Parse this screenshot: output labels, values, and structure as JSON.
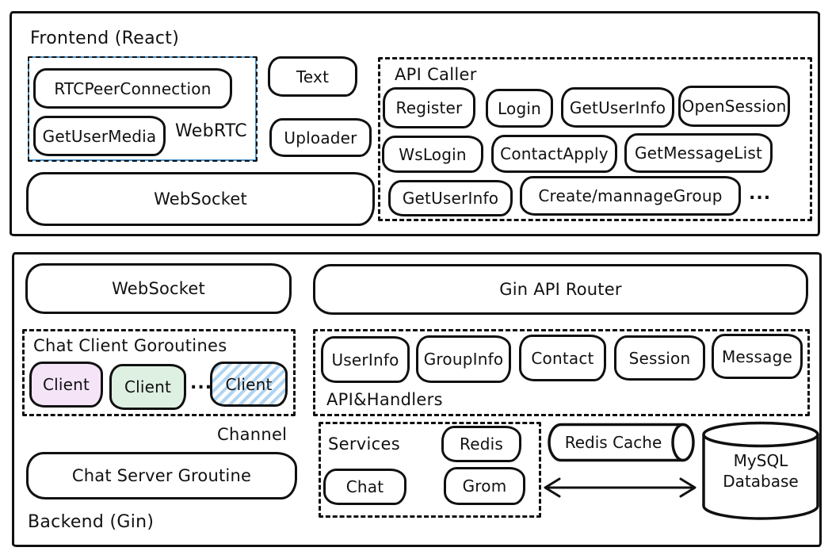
{
  "frontend": {
    "title": "Frontend (React)",
    "webrtc": {
      "label": "WebRTC",
      "items": [
        "RTCPeerConnection",
        "GetUserMedia"
      ]
    },
    "text_box": "Text",
    "uploader_box": "Uploader",
    "websocket_box": "WebSocket",
    "api_caller": {
      "title": "API Caller",
      "row1": [
        "Register",
        "Login",
        "GetUserInfo",
        "OpenSession"
      ],
      "row2": [
        "WsLogin",
        "ContactApply",
        "GetMessageList"
      ],
      "row3": [
        "GetUserInfo",
        "Create/mannageGroup"
      ],
      "ellipsis": "..."
    }
  },
  "backend": {
    "title": "Backend (Gin)",
    "websocket_box": "WebSocket",
    "gin_router_box": "Gin API Router",
    "goroutines": {
      "title": "Chat Client Goroutines",
      "clients": [
        "Client",
        "Client",
        "Client"
      ],
      "ellipsis": "..."
    },
    "handlers": {
      "label": "API&Handlers",
      "items": [
        "UserInfo",
        "GroupInfo",
        "Contact",
        "Session",
        "Message"
      ]
    },
    "channel_label": "Channel",
    "chat_server_box": "Chat Server Groutine",
    "services": {
      "title": "Services",
      "items": [
        "Redis",
        "Chat",
        "Grom"
      ]
    },
    "redis_cache": "Redis Cache",
    "mysql": [
      "MySQL",
      "Database"
    ]
  },
  "colors": {
    "stroke": "#101010",
    "webrtc_border": "#4a96d2",
    "client1_bg": "#f5e4f8",
    "client2_bg": "#def0e2",
    "client3_stripe": "#b0d4f1"
  }
}
